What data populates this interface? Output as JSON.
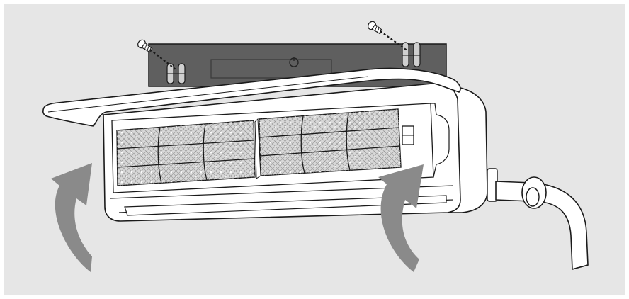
{
  "diagram": {
    "colors": {
      "page": "#ffffff",
      "panel": "#e6e6e6",
      "bracket": "#5f5f5f",
      "line": "#1a1a1a",
      "unit": "#ffffff",
      "arrow": "#8a8a8a",
      "filter_mesh": "#bdbdbd"
    },
    "components": [
      {
        "id": "mounting-plate",
        "icon": "wall-mounting-plate"
      },
      {
        "id": "screw-left",
        "icon": "screw-icon"
      },
      {
        "id": "screw-right",
        "icon": "screw-icon"
      },
      {
        "id": "indoor-unit",
        "icon": "air-conditioner-indoor-unit"
      },
      {
        "id": "front-panel-open",
        "icon": "hinged-front-panel"
      },
      {
        "id": "air-filter-left",
        "icon": "mesh-filter"
      },
      {
        "id": "air-filter-right",
        "icon": "mesh-filter"
      },
      {
        "id": "display-window",
        "icon": "display-panel"
      },
      {
        "id": "refrigerant-pipe",
        "icon": "pipe-hose"
      },
      {
        "id": "arrow-left",
        "icon": "curved-arrow-up"
      },
      {
        "id": "arrow-right",
        "icon": "curved-arrow-up"
      }
    ]
  }
}
